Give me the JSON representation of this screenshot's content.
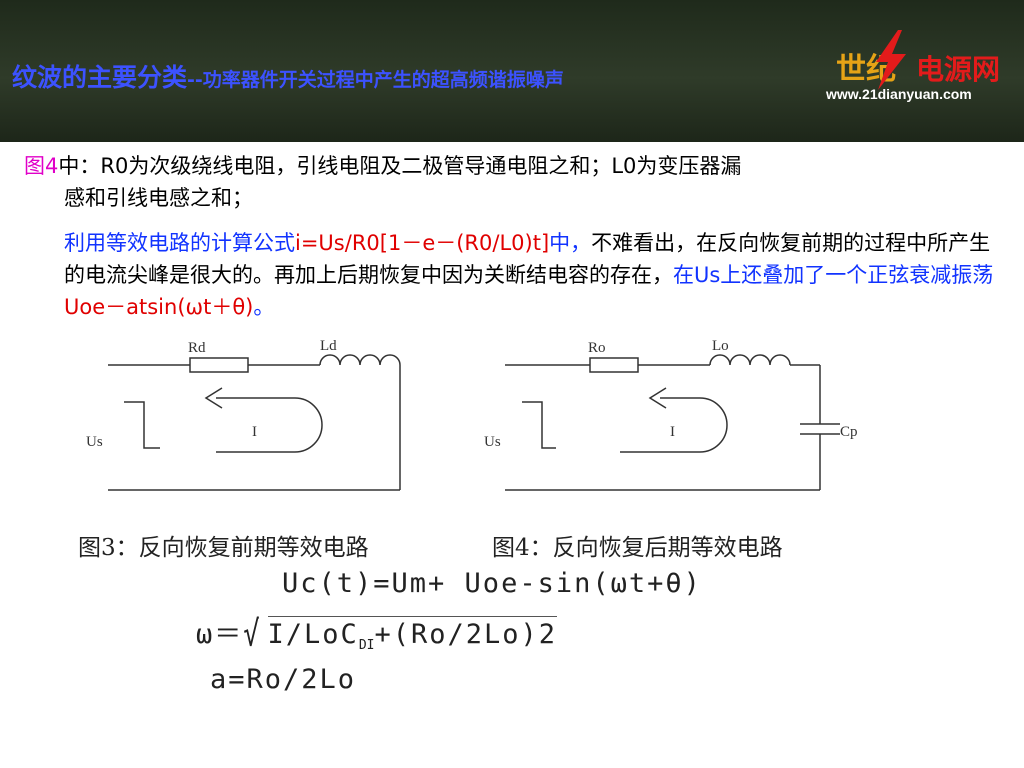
{
  "header": {
    "title_main": "纹波的主要分类",
    "title_sep": "--",
    "title_sub": "功率器件开关过程中产生的超高频谐振噪声",
    "logo": {
      "cn_part1": "世纪",
      "cn_part2": "电源网",
      "url": "www.21dianyuan.com"
    }
  },
  "body": {
    "p1_fig": "图4",
    "p1_text": "中：R0为次级绕线电阻，引线电阻及二极管导通电阻之和；L0为变压器漏",
    "p1_text2": "感和引线电感之和；",
    "p2_blue": "利用等效电路的计算公式",
    "p2_red": "i=Us/R0[1－e－(R0/L0)t]",
    "p2_blue2": "中，",
    "p2_black": "不难看出，在反向恢复前期的过程中所产生的电流尖峰是很大的。再加上后期恢复中因为关断结电容的存在，",
    "p2_blue3": "在Us上还叠加了一个正弦衰减振荡",
    "p2_red2": "Uoe－atsin(ωt＋θ)",
    "p2_end": "。"
  },
  "circuits": {
    "left": {
      "r_label": "Rd",
      "l_label": "Ld",
      "source_label": "Us",
      "current_label": "I"
    },
    "right": {
      "r_label": "Ro",
      "l_label": "Lo",
      "source_label": "Us",
      "current_label": "I",
      "cap_label": "Cp"
    }
  },
  "captions": {
    "fig3": "图3：反向恢复前期等效电路",
    "fig4": "图4：反向恢复后期等效电路"
  },
  "formulas": {
    "f1": "Uc(t)=Um+ Uoe-sin(ωt+θ)",
    "f2_left": "ω＝",
    "f2_rad_a": "I/LoC",
    "f2_sub": "DI",
    "f2_rad_b": "+(Ro/2Lo)2",
    "f3": "a=Ro/2Lo"
  },
  "colors": {
    "title": "#3c52ff",
    "fig_ref": "#e000c8",
    "emphasis_blue": "#1133ff",
    "emphasis_red": "#e00000",
    "header_bg": "#2f3b29"
  }
}
